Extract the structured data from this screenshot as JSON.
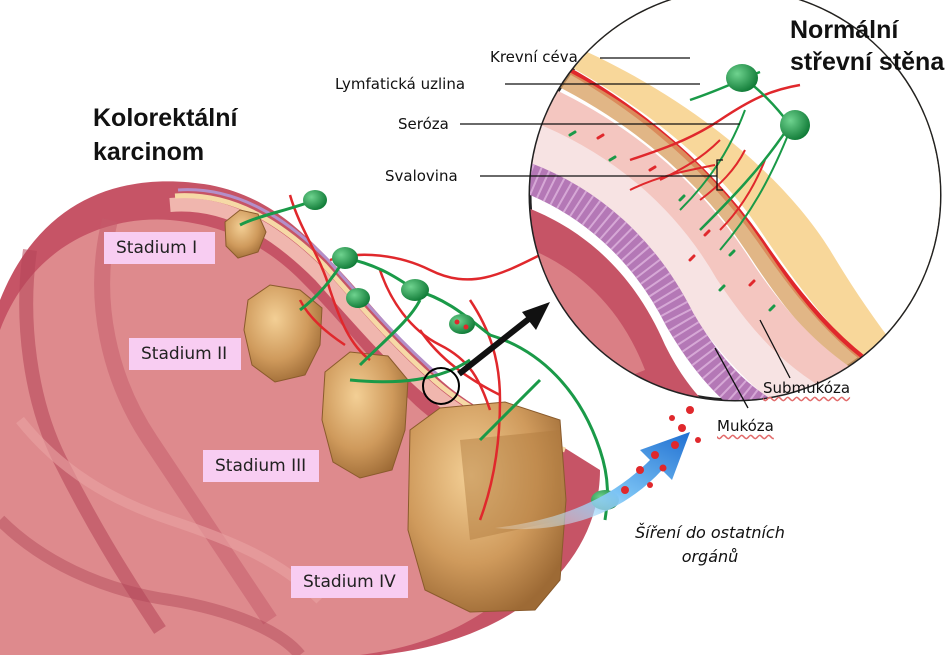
{
  "titles": {
    "left_line1": "Kolorektální",
    "left_line2": "karcinom",
    "right_line1": "Normální",
    "right_line2": "střevní stěna"
  },
  "stages": [
    {
      "label": "Stadium I"
    },
    {
      "label": "Stadium II"
    },
    {
      "label": "Stadium III"
    },
    {
      "label": "Stadium IV"
    }
  ],
  "layers": {
    "blood_vessel": "Krevní céva",
    "lymph_node": "Lymfatická uzlina",
    "serosa": "Seróza",
    "muscle": "Svalovina",
    "submucosa": "Submukóza",
    "mucosa": "Mukóza"
  },
  "spread": {
    "line1": "Šíření do ostatních",
    "line2": "orgánů"
  },
  "colors": {
    "tissue_outer": "#c65466",
    "tissue_mid": "#de8a8d",
    "tissue_light": "#f0b6ae",
    "blood_vessel": "#e0282c",
    "lymph": "#1a9a48",
    "tumor": "#c9955b",
    "stage_box": "#f8cdf2",
    "arrow_blue": "#2a8de0"
  }
}
